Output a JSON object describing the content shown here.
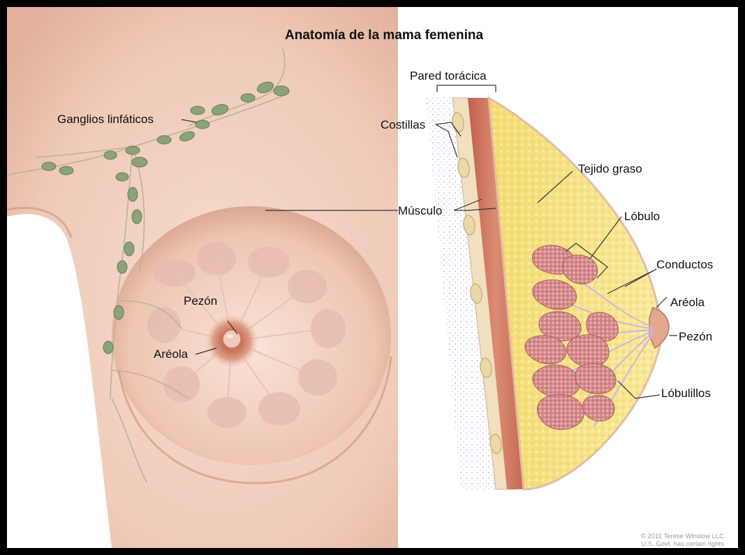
{
  "title": "Anatomía de la mama femenina",
  "labels": {
    "ganglios": "Ganglios linfáticos",
    "pezon_left": "Pezón",
    "areola_left": "Aréola",
    "pared": "Pared torácica",
    "costillas": "Costillas",
    "musculo": "Músculo",
    "tejido": "Tejido graso",
    "lobulo": "Lóbulo",
    "conductos": "Conductos",
    "areola_right": "Aréola",
    "pezon_right": "Pezón",
    "lobulillos": "Lóbulillos"
  },
  "copyright": {
    "line1": "© 2011 Terese Winslow LLC",
    "line2": "U.S. Govt. has certain rights"
  },
  "colors": {
    "frame": "#000000",
    "background": "#ffffff",
    "skin": "#f3d3c3",
    "areola": "#c66f55",
    "fat": "#f5e27f",
    "muscle": "#cf7862",
    "lobule": "#d78d8d",
    "lymph_node": "#8aa37a"
  }
}
